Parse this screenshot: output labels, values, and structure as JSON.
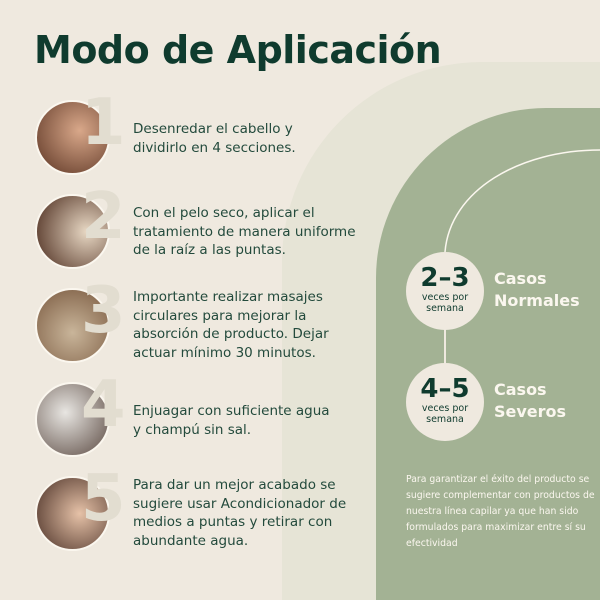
{
  "title": "Modo de Aplicación",
  "steps": [
    {
      "n": "1",
      "text": "Desenredar el cabello y dividirlo en 4 secciones.",
      "img": "comb-hair-photo"
    },
    {
      "n": "2",
      "text": "Con el pelo seco, aplicar el tratamiento de manera uniforme de la raíz a las puntas.",
      "img": "dry-hair-photo"
    },
    {
      "n": "3",
      "text": "Importante realizar masajes circulares para mejorar la absorción de producto. Dejar actuar mínimo 30 minutos.",
      "img": "scalp-massage-photo"
    },
    {
      "n": "4",
      "text": "Enjuagar con suficiente agua y champú sin sal.",
      "img": "shampoo-photo"
    },
    {
      "n": "5",
      "text": "Para dar un mejor acabado se sugiere usar Acondicionador de medios a puntas y retirar con abundante agua.",
      "img": "conditioner-photo"
    }
  ],
  "frequency": [
    {
      "range": "2–3",
      "unit": "veces por semana",
      "case": "Casos Normales"
    },
    {
      "range": "4–5",
      "unit": "veces por semana",
      "case": "Casos Severos"
    }
  ],
  "note": "Para garantizar el éxito del producto se sugiere complementar con productos de nuestra línea capilar ya que han sido formulados para maximizar entre sí su efectividad",
  "colors": {
    "primary": "#0f3b2e",
    "green": "#a3b294",
    "bg": "#efe9df"
  }
}
